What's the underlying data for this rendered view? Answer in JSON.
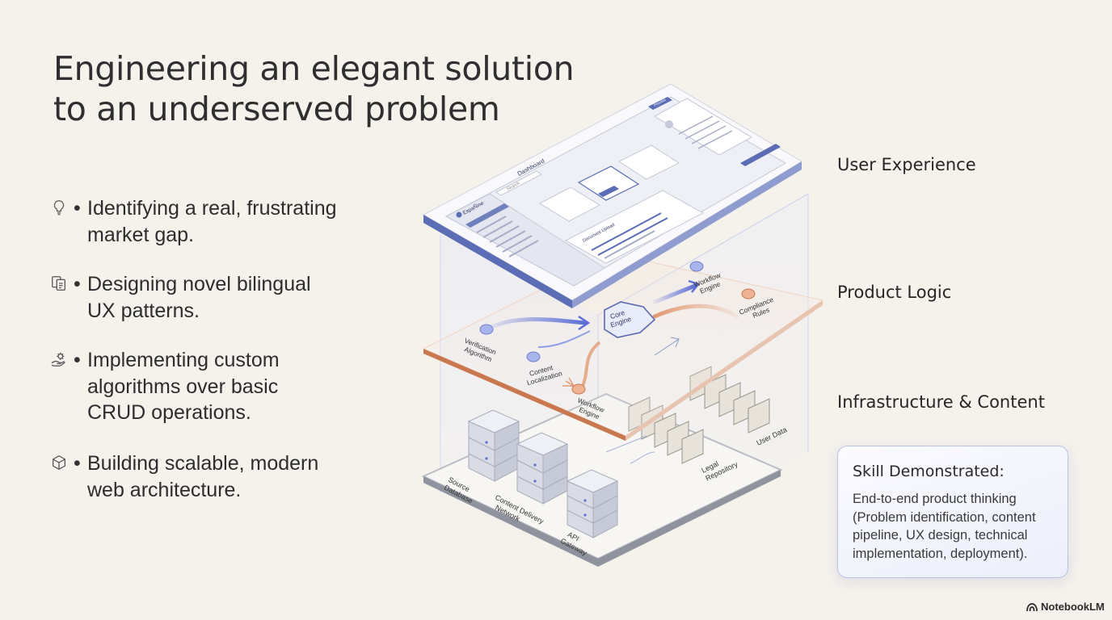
{
  "title": {
    "line1": "Engineering an elegant solution",
    "line2": "to an underserved problem"
  },
  "bullets": [
    {
      "icon": "lightbulb-icon",
      "lines": [
        "Identifying a real, frustrating",
        "market gap."
      ]
    },
    {
      "icon": "bilingual-document-icon",
      "lines": [
        "Designing novel bilingual",
        "UX patterns."
      ]
    },
    {
      "icon": "gear-hand-icon",
      "lines": [
        "Implementing custom",
        "algorithms over basic",
        "CRUD operations."
      ]
    },
    {
      "icon": "cube-icon",
      "lines": [
        "Building scalable, modern",
        "web architecture."
      ]
    }
  ],
  "bullet_marker": "•",
  "layers": {
    "top": "User Experience",
    "middle": "Product Logic",
    "bottom": "Infrastructure & Content"
  },
  "diagram": {
    "ui_labels": {
      "sidebar_brand": "EspaÑine",
      "dashboard_title": "Dashboard",
      "search": "Search",
      "document_upload": "Document Upload",
      "nav_button": "Preview"
    },
    "logic_nodes": {
      "core": [
        "Core",
        "Engine"
      ],
      "verification": [
        "Verification",
        "Algorithm"
      ],
      "localization": [
        "Content",
        "Localization"
      ],
      "workflow_bottom": [
        "Workflow",
        "Engine"
      ],
      "workflow_top": [
        "Workflow",
        "Engine"
      ],
      "compliance": [
        "Compliance",
        "Rules"
      ]
    },
    "infra_nodes": {
      "source_db": [
        "Source",
        "Database"
      ],
      "cdn": [
        "Content Delivery",
        "Network"
      ],
      "api": [
        "API",
        "Gateway"
      ],
      "legal": [
        "Legal",
        "Repository"
      ],
      "user_data": [
        "User Data"
      ]
    },
    "colors": {
      "top_edge": "#5a6db5",
      "middle_edge": "#c8774f",
      "bottom_edge": "#8a8f9a",
      "blue_flow": "#5b6fd6",
      "orange_flow": "#e39a72"
    }
  },
  "skill": {
    "title": "Skill Demonstrated:",
    "lines": [
      "End-to-end product thinking",
      "(Problem identification, content",
      "pipeline, UX design, technical",
      "implementation, deployment)."
    ]
  },
  "brand": "NotebookLM"
}
